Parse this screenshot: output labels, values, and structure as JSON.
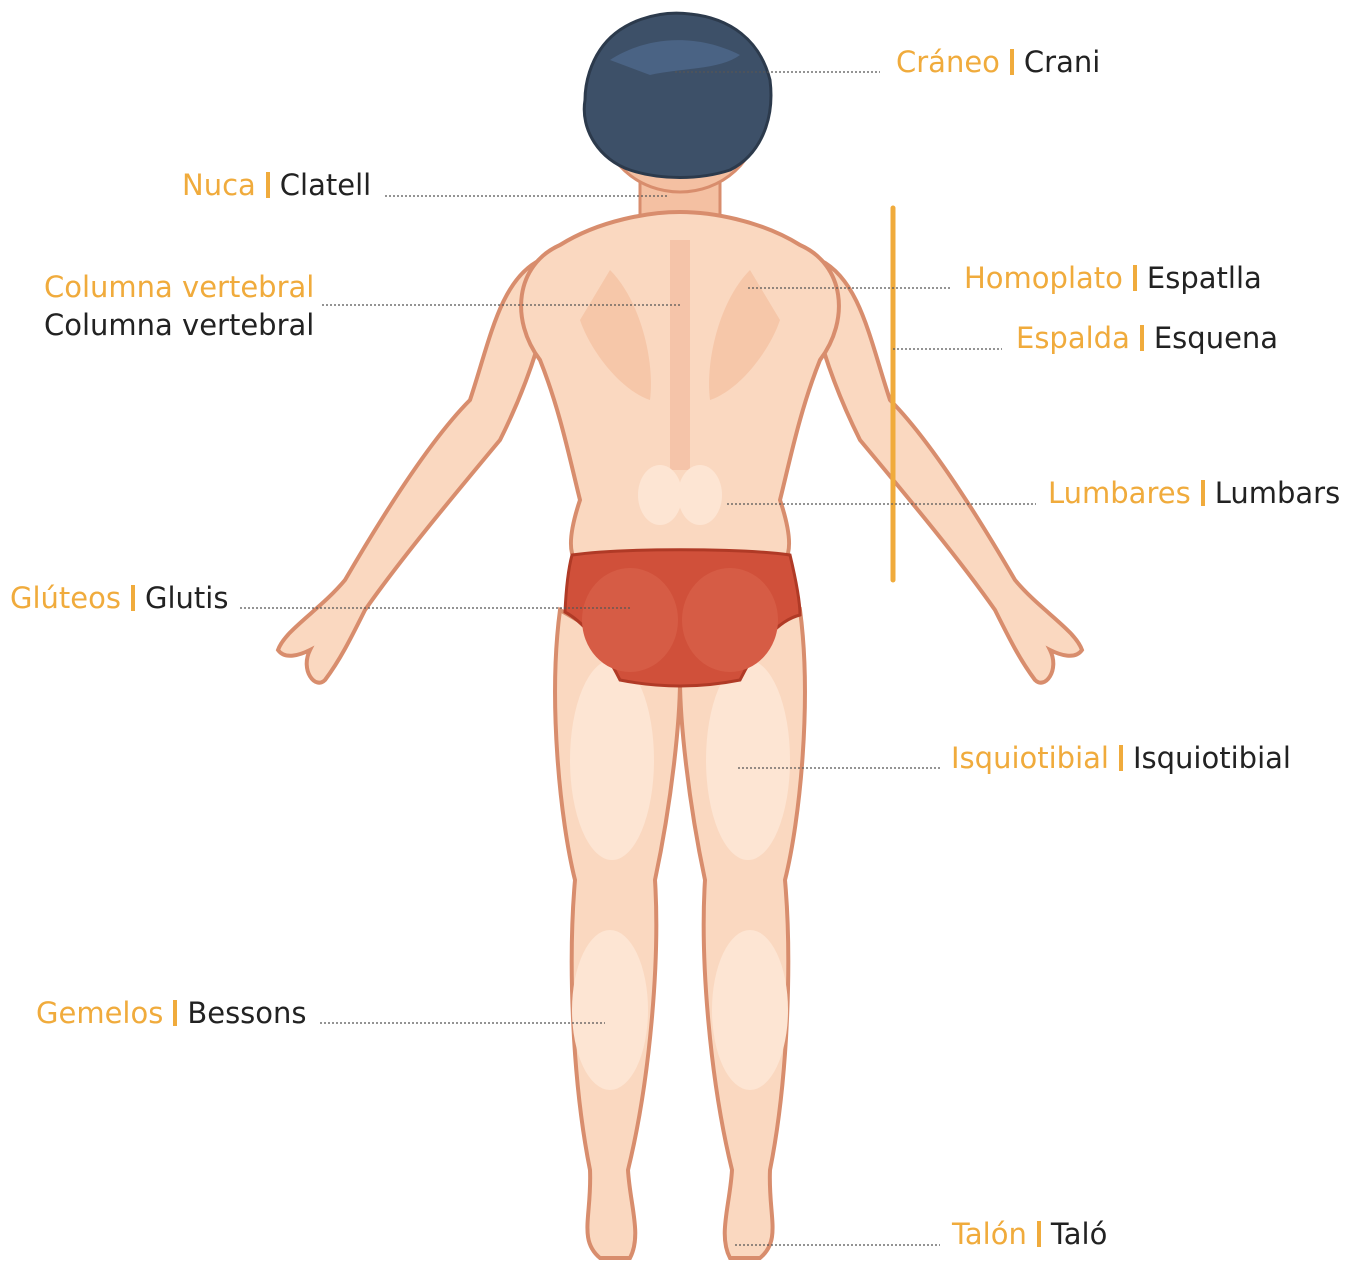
{
  "colors": {
    "spanish": "#f0ab3c",
    "catalan": "#222222",
    "skin": "#fad8c0",
    "skin_shadow": "#f2b899",
    "outline": "#d88d6d",
    "hair": "#3d5068",
    "briefs": "#d0503a",
    "bracket": "#f0ab3c"
  },
  "labels": {
    "craneo": {
      "es": "Cráneo",
      "ca": "Crani"
    },
    "nuca": {
      "es": "Nuca",
      "ca": "Clatell"
    },
    "columna": {
      "es": "Columna vertebral",
      "ca": "Columna vertebral"
    },
    "homoplato": {
      "es": "Homoplato",
      "ca": "Espatlla"
    },
    "espalda": {
      "es": "Espalda",
      "ca": "Esquena"
    },
    "lumbares": {
      "es": "Lumbares",
      "ca": "Lumbars"
    },
    "gluteos": {
      "es": "Glúteos",
      "ca": "Glutis"
    },
    "isquio": {
      "es": "Isquiotibial",
      "ca": "Isquiotibial"
    },
    "gemelos": {
      "es": "Gemelos",
      "ca": "Bessons"
    },
    "talon": {
      "es": "Talón",
      "ca": "Taló"
    }
  }
}
